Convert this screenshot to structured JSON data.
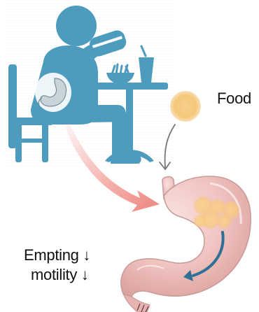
{
  "labels": {
    "food": "Food",
    "empting": "Empting ↓",
    "motility": "motility ↓"
  },
  "colors": {
    "figure_blue": "#4d9bbd",
    "food_yellow": "#f4c77a",
    "stomach_pink": "#f1c4c2",
    "stomach_outline": "#c79a96",
    "red_arrow": "#f08a83",
    "blue_arrow": "#2f6f96",
    "gray_arrow": "#777777"
  },
  "icons": [
    "person-eating-icon",
    "drink-cup-icon",
    "food-bowl-icon",
    "stomach-icon"
  ]
}
